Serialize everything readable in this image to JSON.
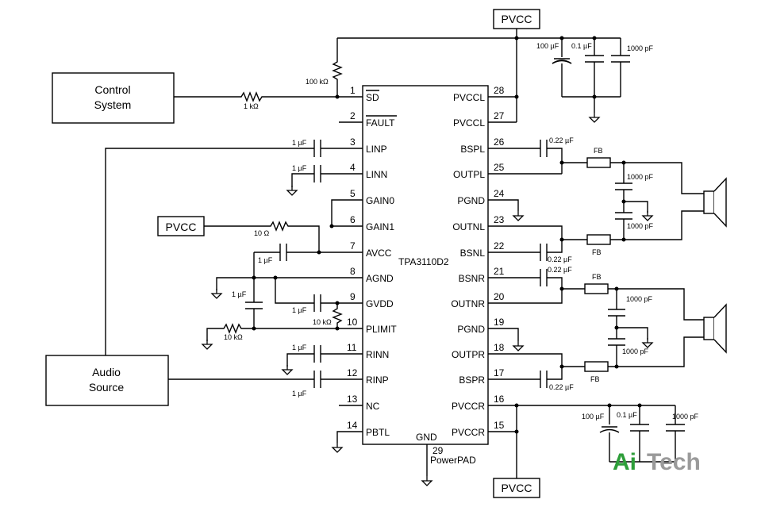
{
  "boxes": {
    "control_line1": "Control",
    "control_line2": "System",
    "audio_line1": "Audio",
    "audio_line2": "Source",
    "pvcc": "PVCC"
  },
  "ic": {
    "name": "TPA3110D2",
    "left_pins": [
      {
        "num": "1",
        "name": "SD",
        "overline": true
      },
      {
        "num": "2",
        "name": "FAULT",
        "overline": true
      },
      {
        "num": "3",
        "name": "LINP"
      },
      {
        "num": "4",
        "name": "LINN"
      },
      {
        "num": "5",
        "name": "GAIN0"
      },
      {
        "num": "6",
        "name": "GAIN1"
      },
      {
        "num": "7",
        "name": "AVCC"
      },
      {
        "num": "8",
        "name": "AGND"
      },
      {
        "num": "9",
        "name": "GVDD"
      },
      {
        "num": "10",
        "name": "PLIMIT"
      },
      {
        "num": "11",
        "name": "RINN"
      },
      {
        "num": "12",
        "name": "RINP"
      },
      {
        "num": "13",
        "name": "NC"
      },
      {
        "num": "14",
        "name": "PBTL"
      }
    ],
    "right_pins": [
      {
        "num": "28",
        "name": "PVCCL"
      },
      {
        "num": "27",
        "name": "PVCCL"
      },
      {
        "num": "26",
        "name": "BSPL"
      },
      {
        "num": "25",
        "name": "OUTPL"
      },
      {
        "num": "24",
        "name": "PGND"
      },
      {
        "num": "23",
        "name": "OUTNL"
      },
      {
        "num": "22",
        "name": "BSNL"
      },
      {
        "num": "21",
        "name": "BSNR"
      },
      {
        "num": "20",
        "name": "OUTNR"
      },
      {
        "num": "19",
        "name": "PGND"
      },
      {
        "num": "18",
        "name": "OUTPR"
      },
      {
        "num": "17",
        "name": "BSPR"
      },
      {
        "num": "16",
        "name": "PVCCR"
      },
      {
        "num": "15",
        "name": "PVCCR"
      }
    ],
    "gnd_label": "GND",
    "pad_num": "29",
    "pad_label": "PowerPAD"
  },
  "components": {
    "r_100k": "100 kΩ",
    "r_1k": "1 kΩ",
    "r_10": "10 Ω",
    "r_10k_a": "10 kΩ",
    "r_10k_b": "10 kΩ",
    "c_1u": "1 µF",
    "c_100u": "100 µF",
    "c_0u1": "0.1 µF",
    "c_1000p": "1000 pF",
    "c_0u22": "0.22 µF",
    "fb": "FB"
  },
  "watermark": {
    "part1": "Ai",
    "part2": "Tech",
    "color1": "#2e9e3a",
    "color2": "#9a9a9a"
  }
}
